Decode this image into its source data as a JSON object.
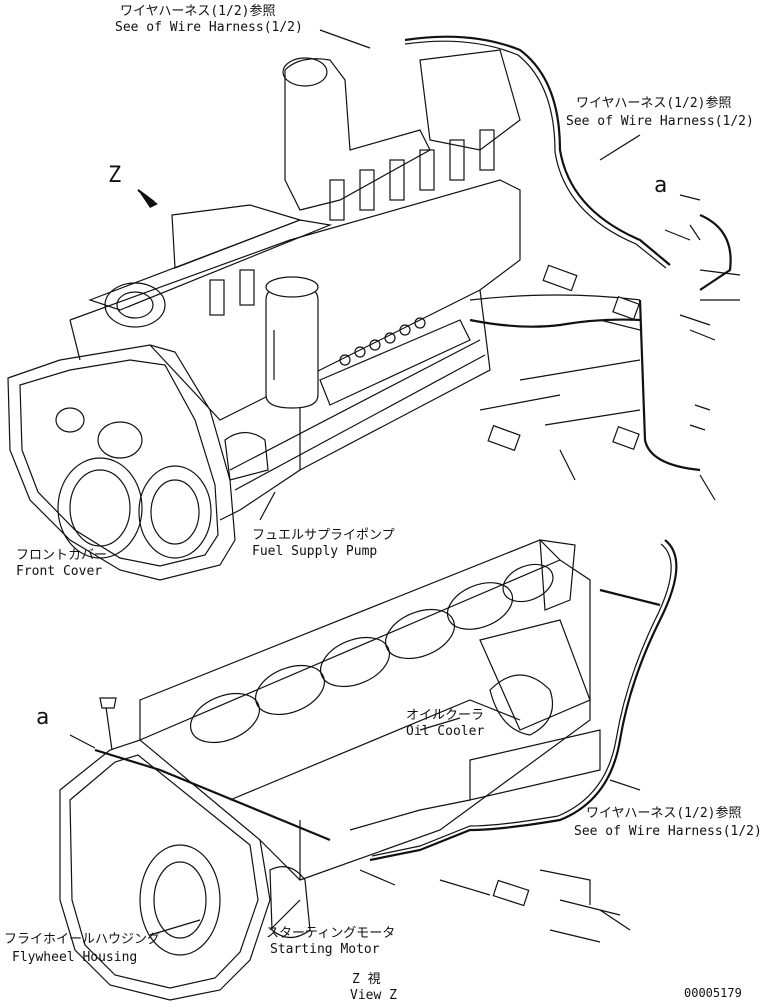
{
  "labels": {
    "wire_harness_top_jp": "ワイヤハーネス(1/2)参照",
    "wire_harness_top_en": "See of Wire Harness(1/2)",
    "wire_harness_right_jp": "ワイヤハーネス(1/2)参照",
    "wire_harness_right_en": "See of Wire Harness(1/2)",
    "view_marker": "Z",
    "ref_a_top": "a",
    "front_cover_jp": "フロントカバー",
    "front_cover_en": "Front Cover",
    "fuel_pump_jp": "フュエルサプライポンプ",
    "fuel_pump_en": "Fuel Supply Pump",
    "ref_a_bottom": "a",
    "oil_cooler_jp": "オイルクーラ",
    "oil_cooler_en": "Oil Cooler",
    "wire_harness_bottom_jp": "ワイヤハーネス(1/2)参照",
    "wire_harness_bottom_en": "See of Wire Harness(1/2)",
    "flywheel_jp": "フライホイールハウジング",
    "flywheel_en": "Flywheel Housing",
    "starting_motor_jp": "スターティングモータ",
    "starting_motor_en": "Starting Motor",
    "view_z_jp": "Z 視",
    "view_z_en": "View Z",
    "drawing_number": "00005179"
  }
}
